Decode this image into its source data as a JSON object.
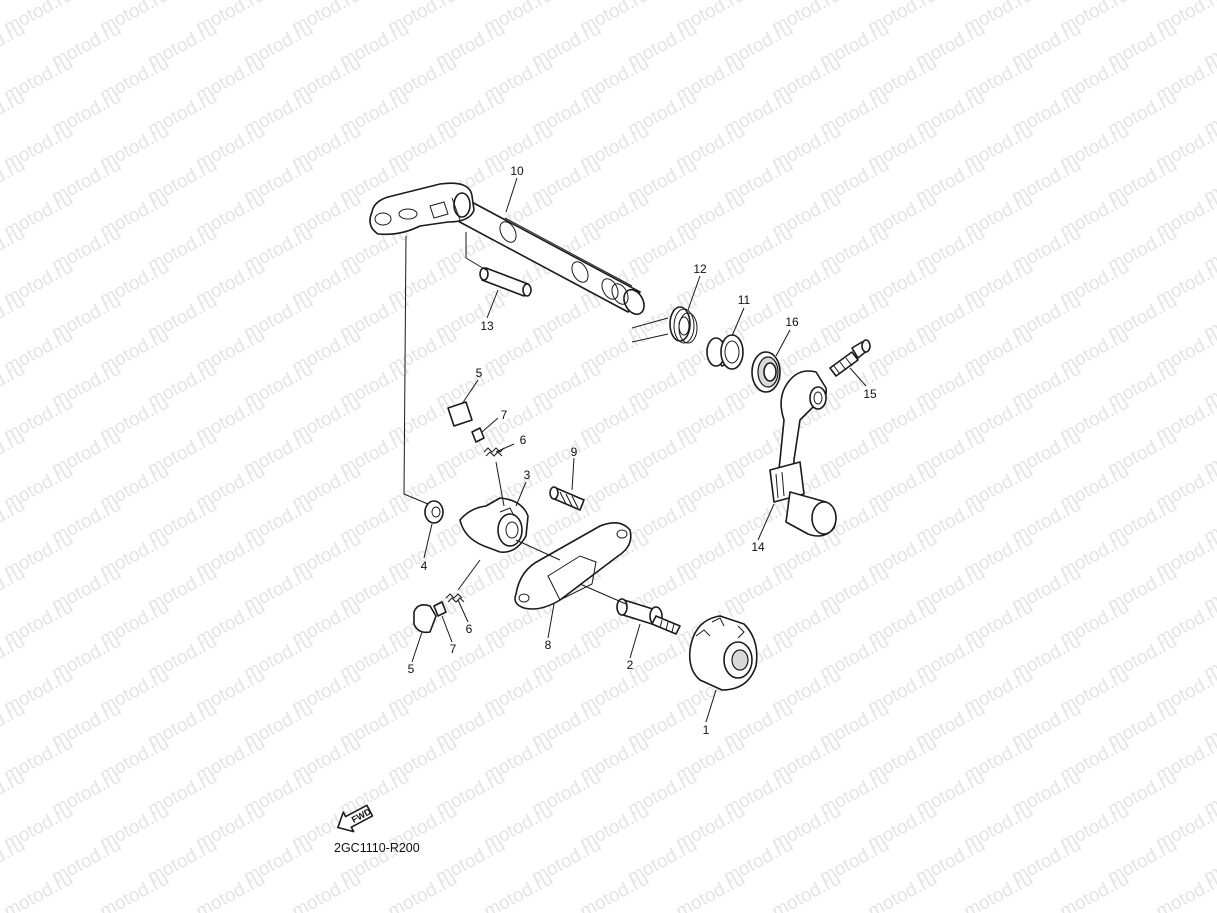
{
  "watermark": {
    "text": "motod.ru"
  },
  "diagram": {
    "code": "2GC1110-R200",
    "fwd_label": "FWD",
    "callouts": {
      "c1": "1",
      "c2": "2",
      "c3": "3",
      "c4": "4",
      "c5a": "5",
      "c5b": "5",
      "c6a": "6",
      "c6b": "6",
      "c7a": "7",
      "c7b": "7",
      "c8": "8",
      "c9": "9",
      "c10": "10",
      "c11": "11",
      "c12": "12",
      "c13": "13",
      "c14": "14",
      "c15": "15",
      "c16": "16"
    }
  }
}
